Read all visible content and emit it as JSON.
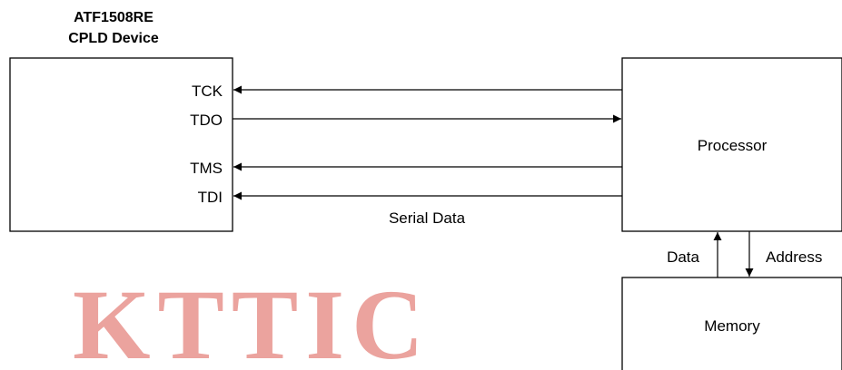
{
  "cpld": {
    "title_line1": "ATF1508RE",
    "title_line2": "CPLD Device",
    "pins": [
      "TCK",
      "TDO",
      "TMS",
      "TDI"
    ]
  },
  "processor": {
    "label": "Processor"
  },
  "memory": {
    "label": "Memory"
  },
  "signals": {
    "serial_data": "Serial Data",
    "data": "Data",
    "address": "Address"
  },
  "watermark": {
    "text": "KTTIC",
    "color": "#eba39e"
  },
  "colors": {
    "stroke": "#000000",
    "background": "#ffffff"
  }
}
